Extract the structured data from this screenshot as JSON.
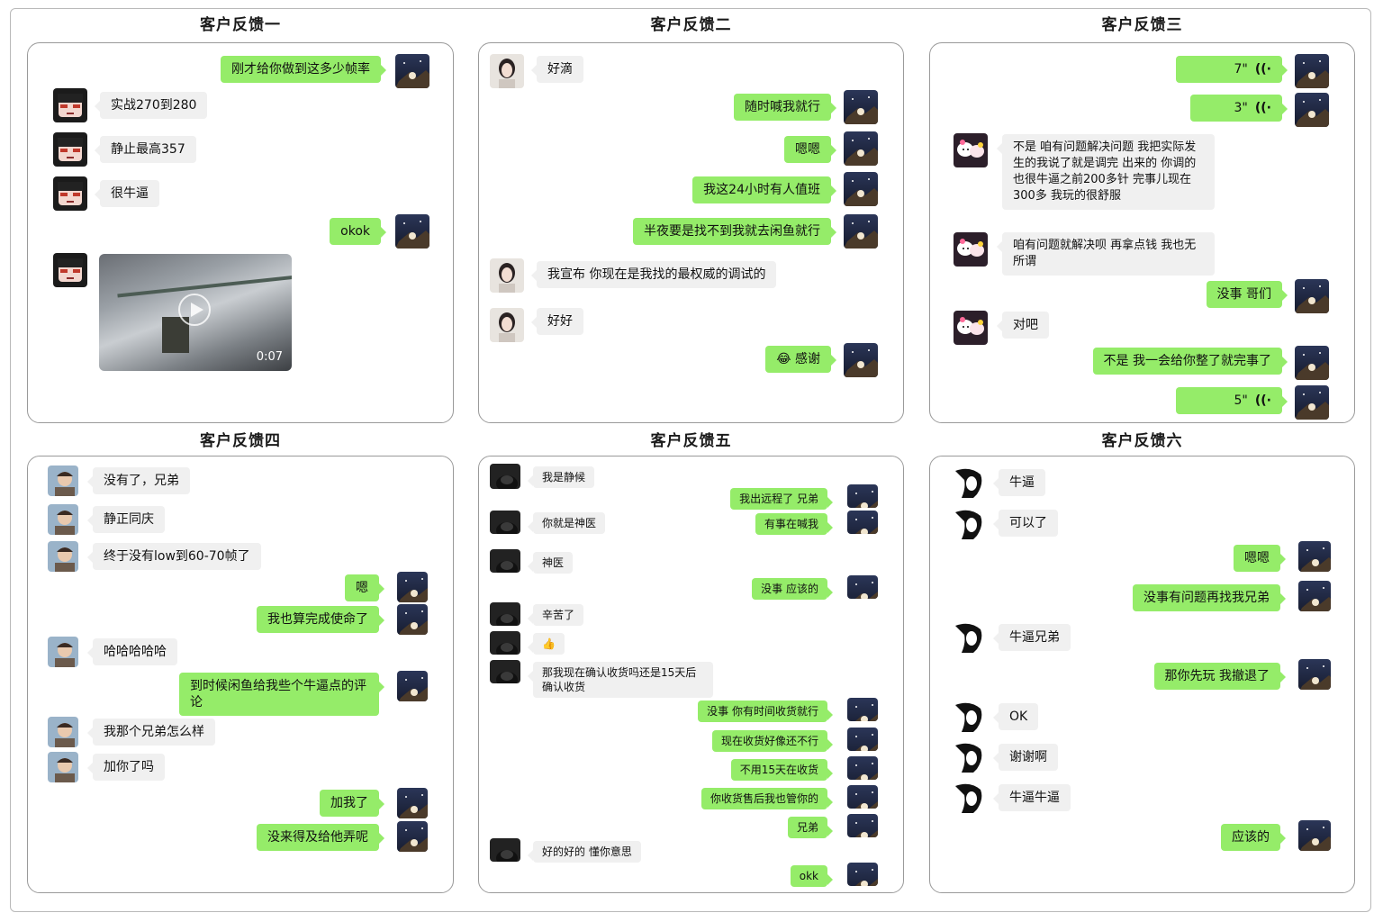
{
  "colors": {
    "sent_bubble": "#95ec69",
    "received_bubble": "#f0f0f0",
    "panel_border": "#9a9a9a"
  },
  "panels": [
    {
      "title": "客户反馈一",
      "messages": [
        {
          "side": "r",
          "text": "刚才给你做到这多少帧率"
        },
        {
          "side": "l",
          "text": "实战270到280",
          "avatar": "girl-avatar"
        },
        {
          "side": "l",
          "text": "静止最高357",
          "avatar": "girl-avatar"
        },
        {
          "side": "l",
          "text": "很牛逼",
          "avatar": "girl-avatar"
        },
        {
          "side": "r",
          "text": "okok"
        },
        {
          "side": "l",
          "video": true,
          "duration": "0:07",
          "avatar": "girl-avatar"
        }
      ]
    },
    {
      "title": "客户反馈二",
      "messages": [
        {
          "side": "l",
          "text": "好滴",
          "avatar": "woman-avatar"
        },
        {
          "side": "r",
          "text": "随时喊我就行"
        },
        {
          "side": "r",
          "text": "嗯嗯"
        },
        {
          "side": "r",
          "text": "我这24小时有人值班"
        },
        {
          "side": "r",
          "text": "半夜要是找不到我就去闲鱼就行"
        },
        {
          "side": "l",
          "text": "我宣布 你现在是我找的最权威的调试的",
          "avatar": "woman-avatar"
        },
        {
          "side": "l",
          "text": "好好",
          "avatar": "woman-avatar"
        },
        {
          "side": "r",
          "text": "感谢",
          "emoji": "😂"
        }
      ]
    },
    {
      "title": "客户反馈三",
      "messages": [
        {
          "side": "r",
          "text": "7\"",
          "voice": true
        },
        {
          "side": "r",
          "text": "3\"",
          "voice": true
        },
        {
          "side": "l",
          "text": "不是 咱有问题解决问题 我把实际发生的我说了就是调完 出来的 你调的也很牛逼之前200多针 完事儿现在 300多 我玩的很舒服",
          "avatar": "kitty-avatar"
        },
        {
          "side": "l",
          "text": "咱有问题就解决呗 再拿点钱 我也无所谓",
          "avatar": "kitty-avatar"
        },
        {
          "side": "r",
          "text": "没事 哥们"
        },
        {
          "side": "l",
          "text": "对吧",
          "avatar": "kitty-avatar"
        },
        {
          "side": "r",
          "text": "不是 我一会给你整了就完事了"
        },
        {
          "side": "r",
          "text": "5\"",
          "voice": true
        }
      ]
    },
    {
      "title": "客户反馈四",
      "messages": [
        {
          "side": "l",
          "text": "没有了，兄弟",
          "avatar": "man-avatar"
        },
        {
          "side": "l",
          "text": "静正同庆",
          "avatar": "man-avatar"
        },
        {
          "side": "l",
          "text": "终于没有low到60-70帧了",
          "avatar": "man-avatar"
        },
        {
          "side": "r",
          "text": "嗯"
        },
        {
          "side": "r",
          "text": "我也算完成使命了"
        },
        {
          "side": "l",
          "text": "哈哈哈哈哈",
          "avatar": "man-avatar"
        },
        {
          "side": "r",
          "text": "到时候闲鱼给我些个牛逼点的评论"
        },
        {
          "side": "l",
          "text": "我那个兄弟怎么样",
          "avatar": "man-avatar"
        },
        {
          "side": "l",
          "text": "加你了吗",
          "avatar": "man-avatar"
        },
        {
          "side": "r",
          "text": "加我了"
        },
        {
          "side": "r",
          "text": "没来得及给他弄呢"
        }
      ]
    },
    {
      "title": "客户反馈五",
      "messages": [
        {
          "side": "l",
          "text": "我是静候",
          "avatar": "dark-avatar"
        },
        {
          "side": "r",
          "text": "我出远程了 兄弟"
        },
        {
          "side": "l",
          "text": "你就是神医",
          "avatar": "dark-avatar"
        },
        {
          "side": "r",
          "text": "有事在喊我"
        },
        {
          "side": "l",
          "text": "神医",
          "avatar": "dark-avatar"
        },
        {
          "side": "r",
          "text": "没事 应该的"
        },
        {
          "side": "l",
          "text": "辛苦了",
          "avatar": "dark-avatar"
        },
        {
          "side": "l",
          "text": "👍",
          "avatar": "dark-avatar"
        },
        {
          "side": "l",
          "text": "那我现在确认收货吗还是15天后确认收货",
          "avatar": "dark-avatar"
        },
        {
          "side": "r",
          "text": "没事  你有时间收货就行"
        },
        {
          "side": "r",
          "text": "现在收货好像还不行"
        },
        {
          "side": "r",
          "text": "不用15天在收货"
        },
        {
          "side": "r",
          "text": "你收货售后我也管你的"
        },
        {
          "side": "r",
          "text": "兄弟"
        },
        {
          "side": "l",
          "text": "好的好的  懂你意思",
          "avatar": "dark-avatar"
        },
        {
          "side": "r",
          "text": "okk"
        }
      ]
    },
    {
      "title": "客户反馈六",
      "messages": [
        {
          "side": "l",
          "text": "牛逼",
          "avatar": "bw-avatar"
        },
        {
          "side": "l",
          "text": "可以了",
          "avatar": "bw-avatar"
        },
        {
          "side": "r",
          "text": "嗯嗯"
        },
        {
          "side": "r",
          "text": "没事有问题再找我兄弟"
        },
        {
          "side": "l",
          "text": "牛逼兄弟",
          "avatar": "bw-avatar"
        },
        {
          "side": "r",
          "text": "那你先玩 我撤退了"
        },
        {
          "side": "l",
          "text": "OK",
          "avatar": "bw-avatar"
        },
        {
          "side": "l",
          "text": "谢谢啊",
          "avatar": "bw-avatar"
        },
        {
          "side": "l",
          "text": "牛逼牛逼",
          "avatar": "bw-avatar"
        },
        {
          "side": "r",
          "text": "应该的"
        }
      ]
    }
  ]
}
